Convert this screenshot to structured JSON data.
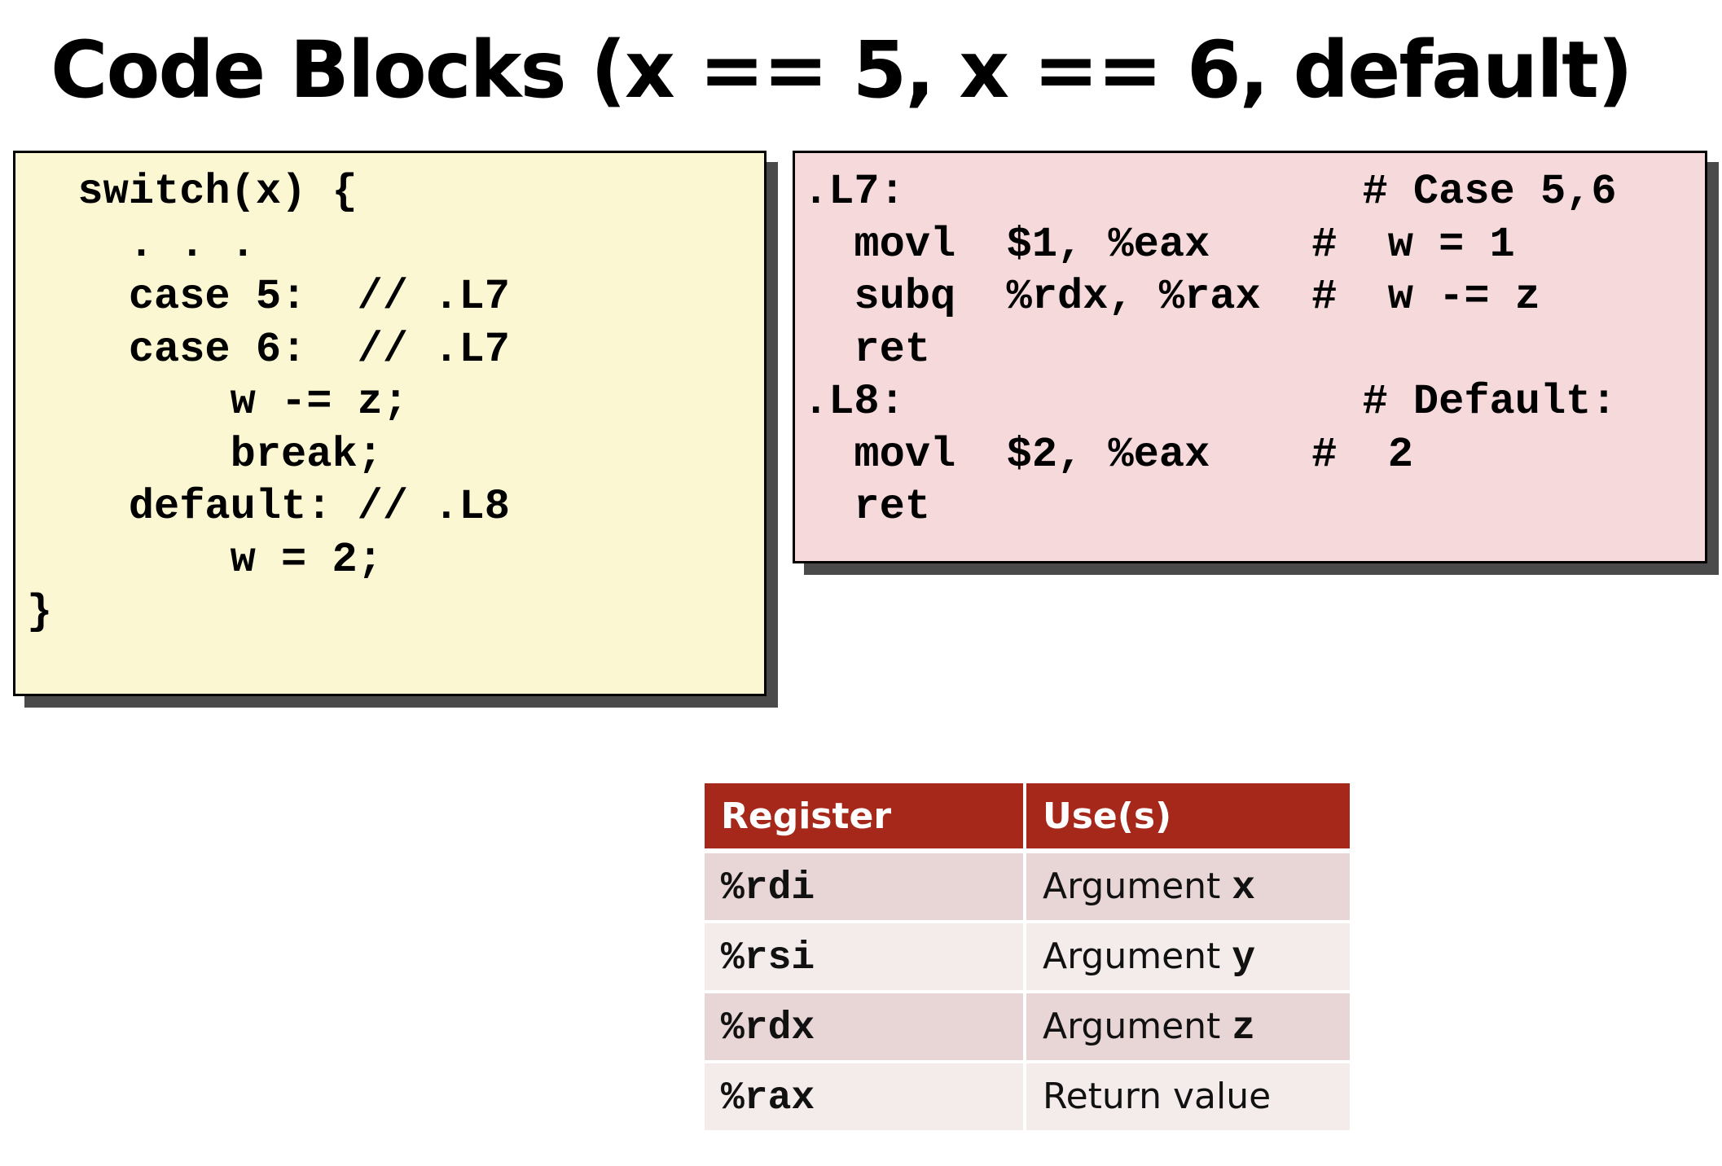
{
  "title": "Code Blocks (x == 5, x == 6, default)",
  "c_code": {
    "lines": [
      "  switch(x) {",
      "    . . .",
      "    case 5:  // .L7",
      "    case 6:  // .L7",
      "        w -= z;",
      "        break;",
      "    default: // .L8",
      "        w = 2;",
      "}"
    ]
  },
  "asm_code": {
    "lines": [
      ".L7:                  # Case 5,6",
      "  movl  $1, %eax    #  w = 1",
      "  subq  %rdx, %rax  #  w -= z",
      "  ret",
      ".L8:                  # Default:",
      "  movl  $2, %eax    #  2",
      "  ret"
    ]
  },
  "register_table": {
    "headers": [
      "Register",
      "Use(s)"
    ],
    "rows": [
      {
        "register": "%rdi",
        "use_text": "Argument ",
        "use_var": "x"
      },
      {
        "register": "%rsi",
        "use_text": "Argument ",
        "use_var": "y"
      },
      {
        "register": "%rdx",
        "use_text": "Argument ",
        "use_var": "z"
      },
      {
        "register": "%rax",
        "use_text": "Return value",
        "use_var": ""
      }
    ]
  },
  "colors": {
    "c_box_background": "#fbf7d3",
    "asm_box_background": "#f5d9db",
    "table_header": "#a5281a"
  }
}
